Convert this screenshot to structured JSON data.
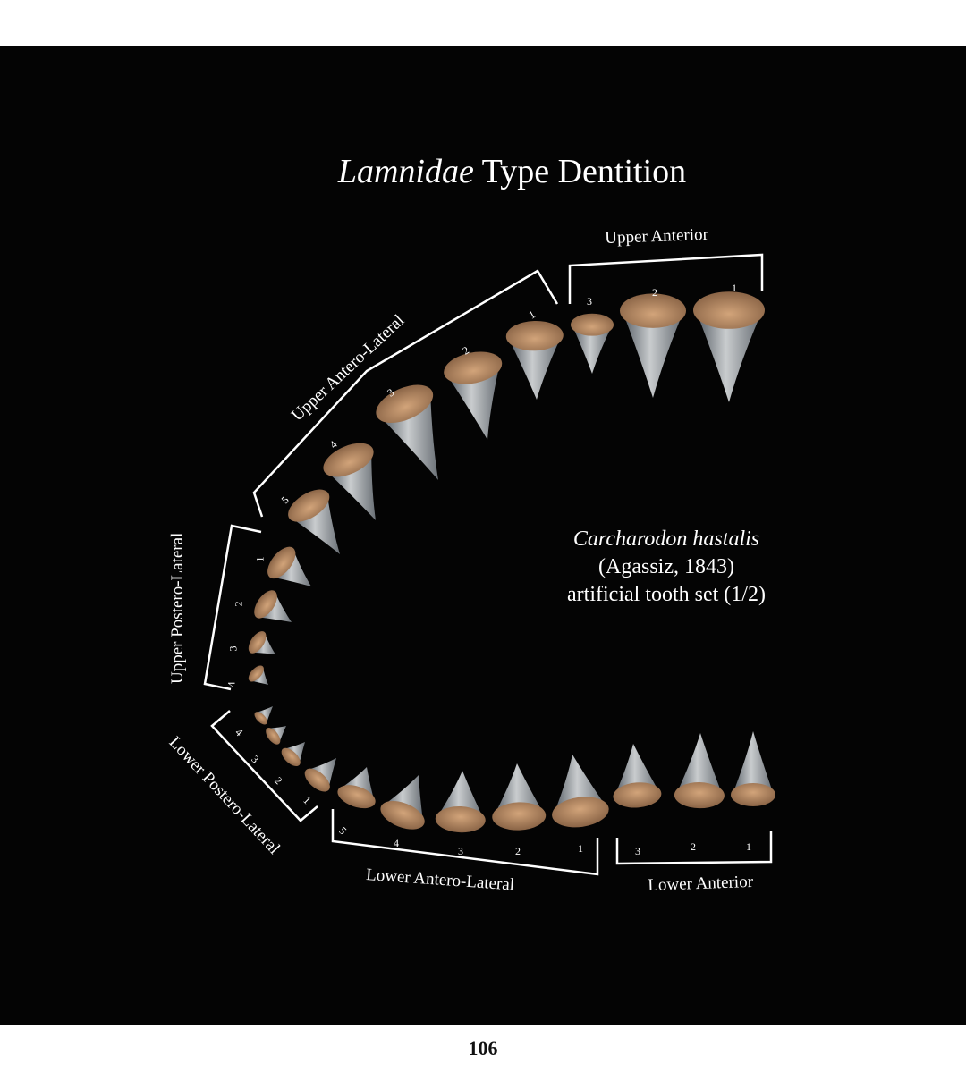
{
  "title": {
    "italic": "Lamnidae",
    "rest": " Type Dentition"
  },
  "species": {
    "name": "Carcharodon hastalis",
    "author": "(Agassiz, 1843)",
    "note": "artificial tooth set (1/2)"
  },
  "groups": {
    "upper_anterior": {
      "label": "Upper Anterior",
      "numbers": [
        "3",
        "2",
        "1"
      ]
    },
    "upper_antero_lateral": {
      "label": "Upper Antero-Lateral",
      "numbers": [
        "5",
        "4",
        "3",
        "2",
        "1"
      ]
    },
    "upper_postero_lateral": {
      "label": "Upper Postero-Lateral",
      "numbers": [
        "4",
        "3",
        "2",
        "1"
      ]
    },
    "lower_postero_lateral": {
      "label": "Lower Postero-Lateral",
      "numbers": [
        "4",
        "3",
        "2",
        "1"
      ]
    },
    "lower_antero_lateral": {
      "label": "Lower Antero-Lateral",
      "numbers": [
        "5",
        "4",
        "3",
        "2",
        "1"
      ]
    },
    "lower_anterior": {
      "label": "Lower Anterior",
      "numbers": [
        "3",
        "2",
        "1"
      ]
    }
  },
  "page_number": "106",
  "colors": {
    "background": "#040404",
    "root": "#b88a63",
    "crown": "#9aa0a6"
  }
}
